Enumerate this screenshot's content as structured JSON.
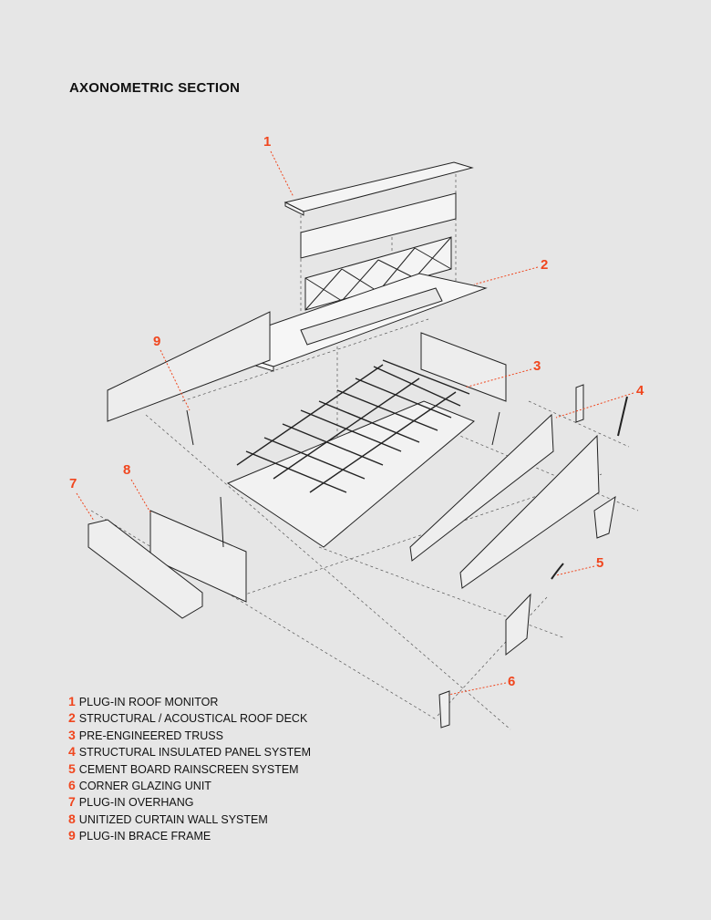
{
  "title": "AXONOMETRIC SECTION",
  "colors": {
    "accent": "#f0461e",
    "background": "#e6e6e6",
    "line": "#222222"
  },
  "callouts": [
    "1",
    "2",
    "3",
    "4",
    "5",
    "6",
    "7",
    "8",
    "9"
  ],
  "legend": [
    {
      "num": "1",
      "label": "PLUG-IN ROOF MONITOR"
    },
    {
      "num": "2",
      "label": "STRUCTURAL / ACOUSTICAL ROOF DECK"
    },
    {
      "num": "3",
      "label": "PRE-ENGINEERED TRUSS"
    },
    {
      "num": "4",
      "label": "STRUCTURAL INSULATED PANEL SYSTEM"
    },
    {
      "num": "5",
      "label": "CEMENT BOARD RAINSCREEN SYSTEM"
    },
    {
      "num": "6",
      "label": "CORNER GLAZING UNIT"
    },
    {
      "num": "7",
      "label": "PLUG-IN OVERHANG"
    },
    {
      "num": "8",
      "label": "UNITIZED CURTAIN WALL SYSTEM"
    },
    {
      "num": "9",
      "label": "PLUG-IN BRACE FRAME"
    }
  ]
}
